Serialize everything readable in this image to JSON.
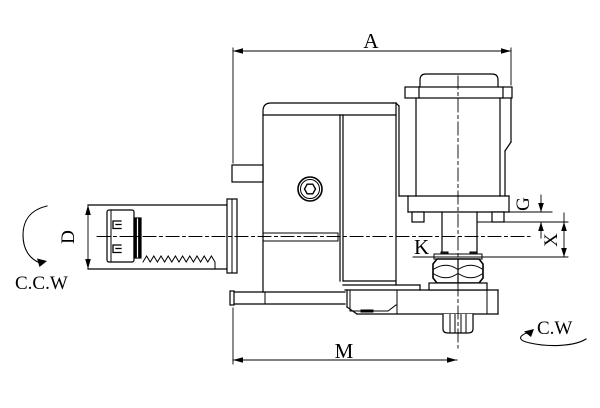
{
  "page": {
    "background": "#ffffff",
    "line_color": "#000000"
  },
  "drawing": {
    "type": "technical-drawing",
    "description": "Side view of a driven tool holder: horizontal collet spindle (left), gear housing body, top clamping cylinder with cap, hex nut on vertical spindle, base plate with serrated shank",
    "labels": {
      "dim_a": "A",
      "dim_d": "D",
      "dim_g": "G",
      "dim_k": "K",
      "dim_x": "X",
      "dim_m": "M",
      "rotation_ccw": "C.C.W",
      "rotation_cw": "C.W"
    }
  }
}
